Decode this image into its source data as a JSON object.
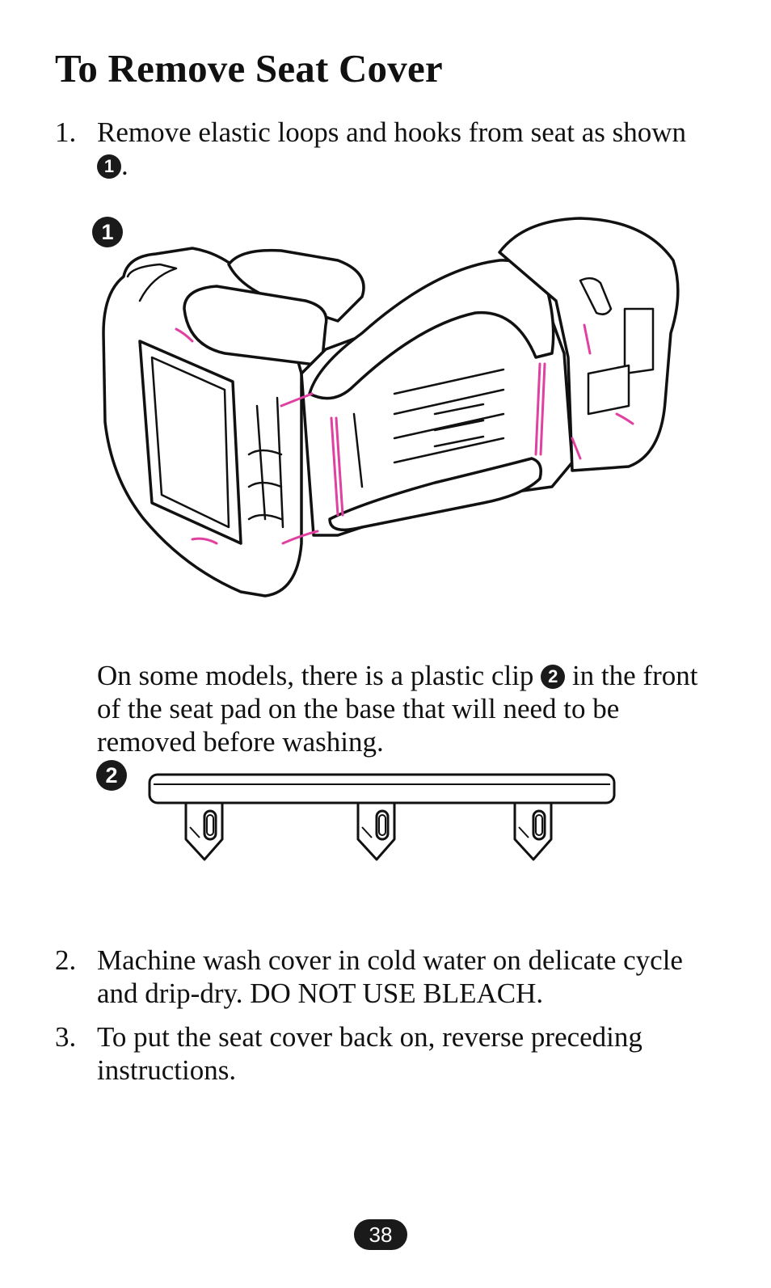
{
  "page": {
    "title": "To Remove Seat Cover",
    "page_number": "38"
  },
  "steps": [
    {
      "number": "1.",
      "text": "Remove elastic loops and hooks from seat as shown",
      "suffix": "."
    },
    {
      "number": "2.",
      "text": "Machine wash cover in cold water on delicate cycle and drip-dry. DO NOT USE BLEACH."
    },
    {
      "number": "3.",
      "text": "To put the seat cover back on, reverse preceding instructions."
    }
  ],
  "note": {
    "before": "On some models, there is a plastic clip",
    "after": "in the front of the seat pad on the base that will need to be removed before washing."
  },
  "figures": {
    "fig1_label": "1",
    "fig2_label": "2"
  },
  "colors": {
    "text": "#111111",
    "elastic_highlight": "#e040a0",
    "badge": "#1a1a1a"
  }
}
